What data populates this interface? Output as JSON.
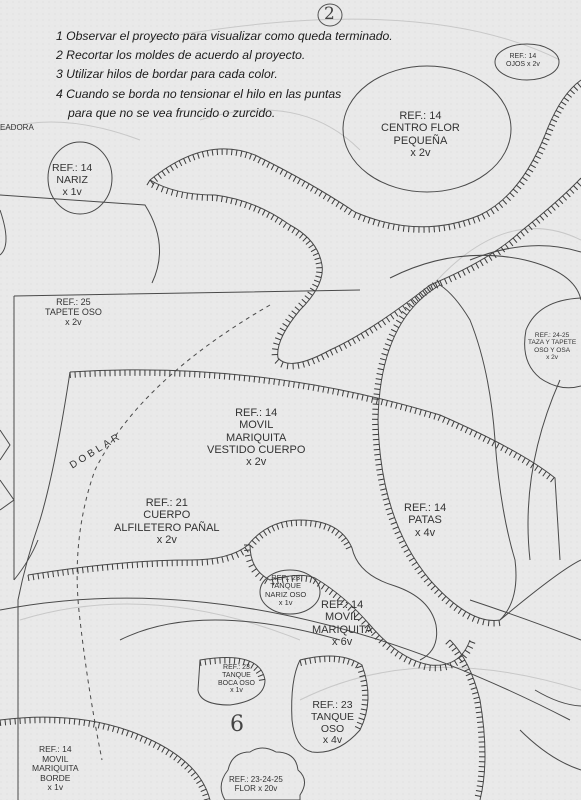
{
  "page": {
    "handwritten_top": "2",
    "handwritten_bottom": "6",
    "edge_left_text": "EADORA",
    "fold_text": "DOBLAR"
  },
  "instructions": [
    {
      "num": "1",
      "text": "Observar el proyecto para visualizar como queda terminado."
    },
    {
      "num": "2",
      "text": "Recortar los moldes de acuerdo al proyecto."
    },
    {
      "num": "3",
      "text": "Utilizar hilos de bordar para cada color."
    },
    {
      "num": "4",
      "text": "Cuando se borda no tensionar el hilo en las puntas"
    },
    {
      "num": "",
      "text": "para que no se vea fruncido o zurcido."
    }
  ],
  "pieces": {
    "ojos": {
      "ref": "REF.: 14",
      "l1": "OJOS x 2v"
    },
    "centro_flor": {
      "ref": "REF.: 14",
      "l1": "CENTRO FLOR",
      "l2": "PEQUEÑA",
      "l3": "x 2v"
    },
    "nariz": {
      "ref": "REF.: 14",
      "l1": "NARIZ",
      "l2": "x 1v"
    },
    "tapete": {
      "ref": "REF.: 25",
      "l1": "TAPETE OSO",
      "l2": "x 2v"
    },
    "taza": {
      "ref": "REF.: 24-25",
      "l1": "TAZA Y TAPETE",
      "l2": "OSO Y OSA",
      "l3": "x 2v"
    },
    "vestido": {
      "ref": "REF.: 14",
      "l1": "MOVIL",
      "l2": "MARIQUITA",
      "l3": "VESTIDO CUERPO",
      "l4": "x 2v"
    },
    "cuerpo": {
      "ref": "REF.: 21",
      "l1": "CUERPO",
      "l2": "ALFILETERO PAÑAL",
      "l3": "x 2v"
    },
    "patas": {
      "ref": "REF.: 14",
      "l1": "PATAS",
      "l2": "x 4v"
    },
    "nariz_oso": {
      "ref": "REF.: 23",
      "l1": "TANQUE",
      "l2": "NARIZ OSO",
      "l3": "x 1v"
    },
    "mariquita": {
      "ref": "REF.: 14",
      "l1": "MOVIL",
      "l2": "MARIQUITA",
      "l3": "x 6v"
    },
    "boca_oso": {
      "ref": "REF.: 23",
      "l1": "TANQUE",
      "l2": "BOCA OSO",
      "l3": "x 1v"
    },
    "tanque_oso": {
      "ref": "REF.: 23",
      "l1": "TANQUE",
      "l2": "OSO",
      "l3": "x 4v"
    },
    "borde": {
      "ref": "REF.: 14",
      "l1": "MOVIL",
      "l2": "MARIQUITA",
      "l3": "BORDE",
      "l4": "x 1v"
    },
    "flor": {
      "ref": "REF.: 23-24-25",
      "l1": "FLOR x 20v"
    }
  }
}
